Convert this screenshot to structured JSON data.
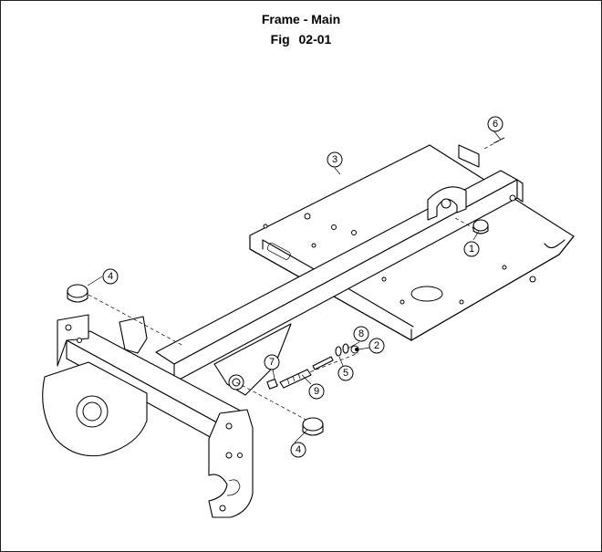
{
  "title": "Frame - Main",
  "figure": "Fig    02-01",
  "callouts": {
    "c1": "1",
    "c2": "2",
    "c3": "3",
    "c4a": "4",
    "c4b": "4",
    "c5": "5",
    "c6": "6",
    "c7": "7",
    "c8": "8",
    "c9": "9"
  }
}
